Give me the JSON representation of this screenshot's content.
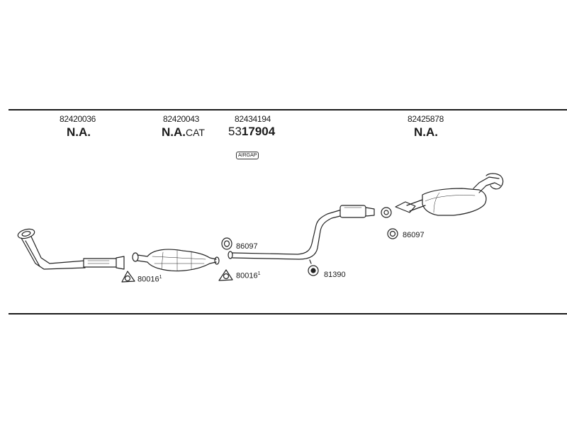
{
  "columns": [
    {
      "code": "82420036",
      "status": "N.A.",
      "suffix": ""
    },
    {
      "code": "82420043",
      "status": "N.A.",
      "suffix": "CAT"
    },
    {
      "code": "82434194",
      "part_prefix": "53",
      "part_main": "17904"
    },
    {
      "code": "82425878",
      "status": "N.A.",
      "suffix": ""
    }
  ],
  "badge": "AIRGAP",
  "references": [
    {
      "text": "80016",
      "sup": "1"
    },
    {
      "text": "86097",
      "sup": ""
    },
    {
      "text": "80016",
      "sup": "1"
    },
    {
      "text": "81390",
      "sup": ""
    },
    {
      "text": "86097",
      "sup": ""
    }
  ],
  "parts": {
    "front_pipe": "front-pipe-icon",
    "catalytic_converter": "catalytic-converter-icon",
    "gasket": "gasket-icon",
    "middle_pipe": "middle-pipe-icon",
    "rubber_mount": "rubber-mount-icon",
    "rear_silencer": "rear-silencer-icon"
  }
}
